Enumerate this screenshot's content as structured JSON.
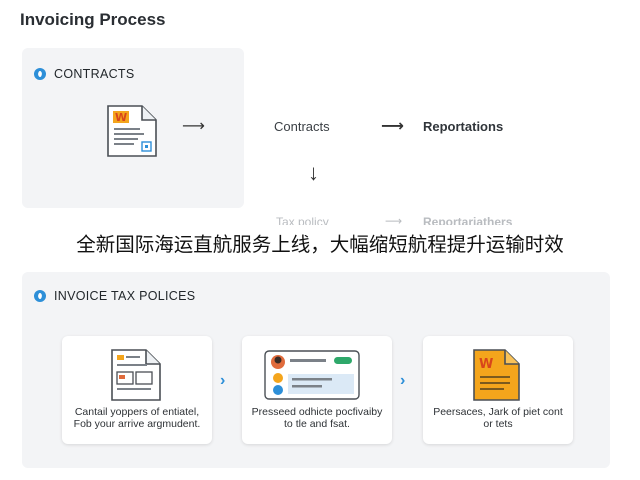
{
  "title": "Invoicing Process",
  "contracts_section": {
    "heading": "CONTRACTS",
    "flow": {
      "node1": "Contracts",
      "node2": "Reportations",
      "faded1": "Tax policy",
      "faded2": "Reportariathers"
    }
  },
  "overlay_caption": "全新国际海运直航服务上线，大幅缩短航程提升运输时效",
  "invoice_section": {
    "heading": "INVOICE TAX POLICES",
    "cards": [
      {
        "text": "Cantail yoppers of entiatel, Fob your arrive argmudent."
      },
      {
        "text": "Presseed odhicte pocfivaiby to tle and fsat."
      },
      {
        "text": "Peersaces, Jark of piet cont or tets"
      }
    ]
  },
  "colors": {
    "accent": "#2d8fd8",
    "doc_orange": "#f4a51c"
  }
}
